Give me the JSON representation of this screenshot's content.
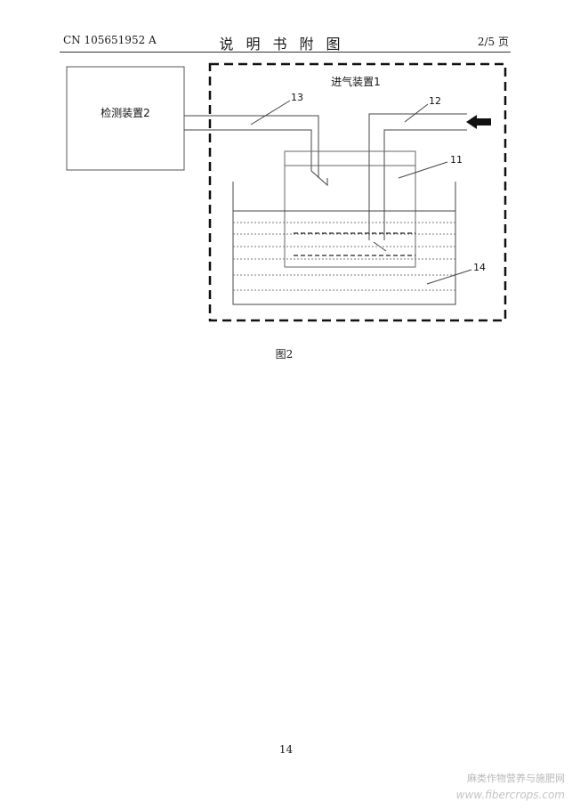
{
  "header": {
    "publication_number": "CN 105651952 A",
    "section_title": "说明书附图",
    "page_of": "2/5 页"
  },
  "figure": {
    "detector_label": "检测装置2",
    "intake_label": "进气装置1",
    "ref_13": "13",
    "ref_12": "12",
    "ref_11": "11",
    "ref_14": "14",
    "caption": "图2"
  },
  "footer": {
    "page_number": "14"
  },
  "watermark": {
    "line1": "麻类作物营养与施肥网",
    "line2": "www.fibercrops.com"
  }
}
